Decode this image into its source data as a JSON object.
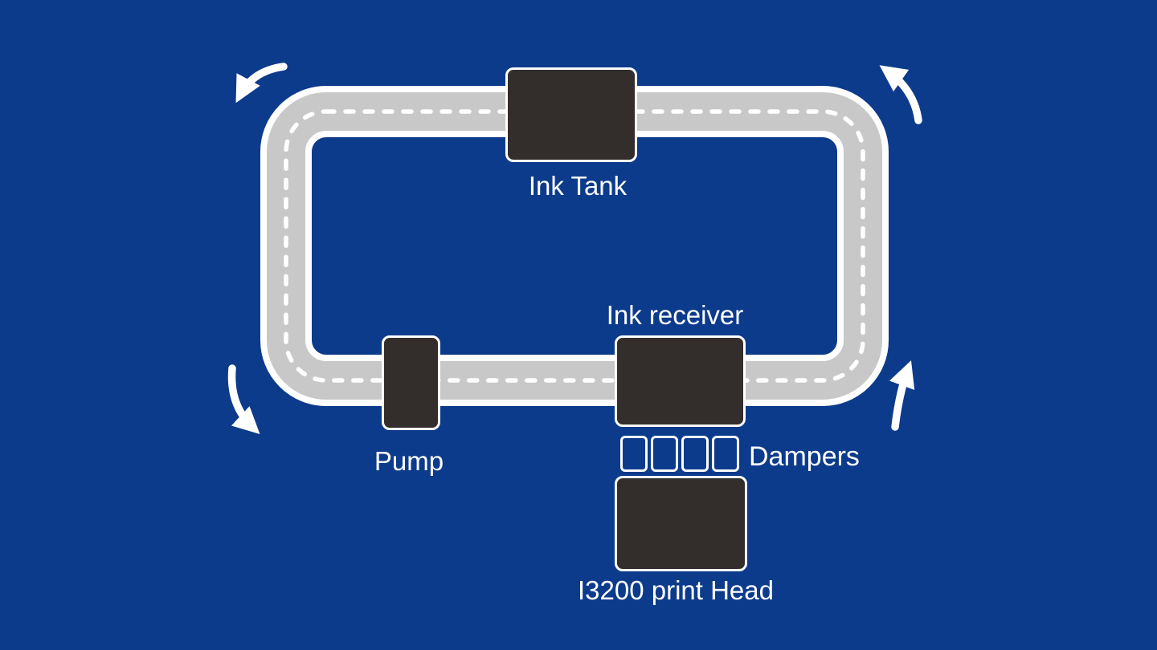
{
  "diagram": {
    "type": "ink-circulation-loop",
    "background_color": "#0c3b8c",
    "pipe_color": "#c8c8c8",
    "pipe_outline_color": "#ffffff",
    "component_fill_color": "#332e2c",
    "text_color": "#ffffff",
    "labels": {
      "ink_tank": "Ink Tank",
      "pump": "Pump",
      "ink_receiver": "Ink receiver",
      "dampers": "Dampers",
      "print_head": "I3200 print Head"
    },
    "dampers": {
      "count": 4
    },
    "flow_arrows": [
      {
        "position": "top-left",
        "direction": "down-left"
      },
      {
        "position": "top-right",
        "direction": "up-left"
      },
      {
        "position": "bottom-left",
        "direction": "down-right"
      },
      {
        "position": "bottom-right",
        "direction": "up"
      }
    ]
  }
}
